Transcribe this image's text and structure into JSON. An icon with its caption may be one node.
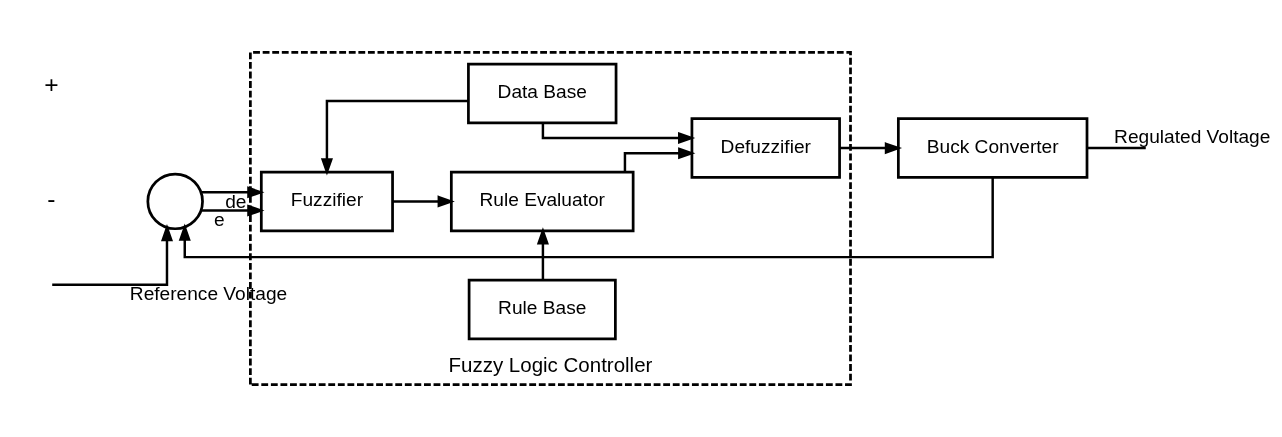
{
  "diagram": {
    "nodes": [
      {
        "text": [
          "Fuzzy Logic Controller"
        ]
      },
      {
        "text": [],
        "shape": "circle"
      },
      {
        "text": [
          "Fuzzifier"
        ],
        "in": 0
      },
      {
        "text": [
          "Rule Base"
        ],
        "in": 0
      },
      {
        "text": [
          "Rule Evaluator"
        ],
        "in": 0
      },
      {
        "text": [
          "Defuzzifier"
        ],
        "in": 0
      },
      {
        "text": [
          "Data Base"
        ],
        "in": 0
      },
      {
        "text": [
          "Buck Converter"
        ]
      }
    ],
    "edges": [
      {
        "from": null,
        "to": 1,
        "arrow": "to",
        "label": "Reference Voltage"
      },
      {
        "from": 1,
        "to": 2,
        "arrow": "to",
        "label": "e"
      },
      {
        "from": 1,
        "to": 2,
        "arrow": "to",
        "label": "de"
      },
      {
        "from": 3,
        "to": 4,
        "arrow": "to"
      },
      {
        "from": 2,
        "to": 4,
        "arrow": "to"
      },
      {
        "from": 4,
        "to": 5,
        "arrow": "to"
      },
      {
        "from": 5,
        "to": 7,
        "arrow": "to"
      },
      {
        "from": 6,
        "to": 2,
        "arrow": "to"
      },
      {
        "from": 6,
        "to": 5,
        "arrow": "to"
      },
      {
        "from": 7,
        "to": null,
        "arrow": "none",
        "label": "Regulated Voltage"
      },
      {
        "from": 7,
        "to": 1,
        "arrow": "to"
      }
    ],
    "labels": [
      "+",
      "-"
    ]
  }
}
